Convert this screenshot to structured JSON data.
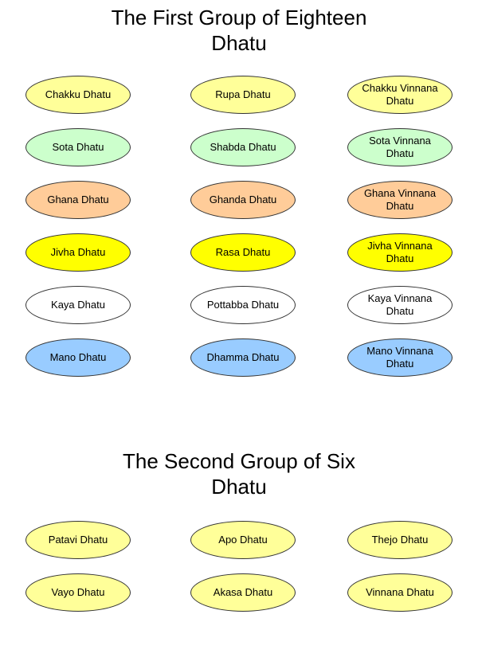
{
  "group1": {
    "title_line1": "The First Group of Eighteen",
    "title_line2": "Dhatu",
    "rows": [
      {
        "color": "#ffff99",
        "items": [
          "Chakku Dhatu",
          "Rupa Dhatu",
          "Chakku Vinnana Dhatu"
        ]
      },
      {
        "color": "#ccffcc",
        "items": [
          "Sota Dhatu",
          "Shabda Dhatu",
          "Sota Vinnana Dhatu"
        ]
      },
      {
        "color": "#ffcc99",
        "items": [
          "Ghana Dhatu",
          "Ghanda Dhatu",
          "Ghana Vinnana Dhatu"
        ]
      },
      {
        "color": "#ffff00",
        "items": [
          "Jivha Dhatu",
          "Rasa Dhatu",
          "Jivha Vinnana Dhatu"
        ]
      },
      {
        "color": "#ffffff",
        "items": [
          "Kaya Dhatu",
          "Pottabba Dhatu",
          "Kaya Vinnana Dhatu"
        ]
      },
      {
        "color": "#99ccff",
        "items": [
          "Mano Dhatu",
          "Dhamma Dhatu",
          "Mano Vinnana Dhatu"
        ]
      }
    ]
  },
  "group2": {
    "title_line1": "The Second Group of Six",
    "title_line2": "Dhatu",
    "rows": [
      {
        "color": "#ffff99",
        "items": [
          "Patavi Dhatu",
          "Apo Dhatu",
          "Thejo Dhatu"
        ]
      },
      {
        "color": "#ffff99",
        "items": [
          "Vayo Dhatu",
          "Akasa Dhatu",
          "Vinnana Dhatu"
        ]
      }
    ]
  }
}
